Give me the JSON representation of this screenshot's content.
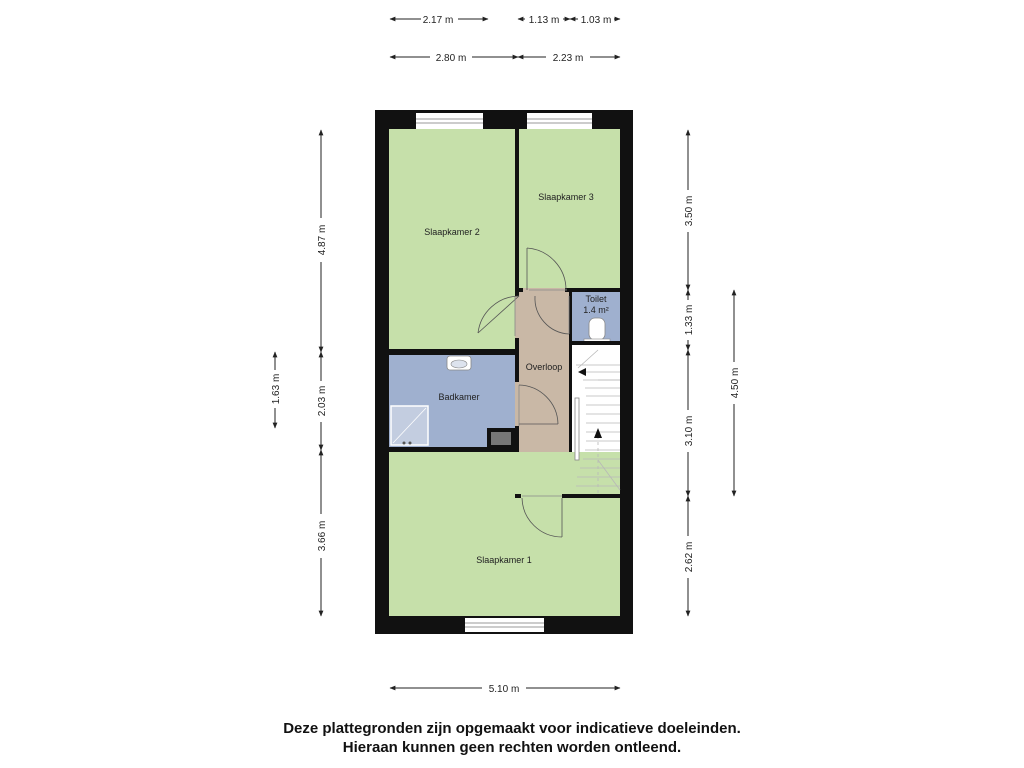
{
  "dimensions": {
    "top_row1": [
      "2.17 m",
      "1.13 m",
      "1.03 m"
    ],
    "top_row2": [
      "2.80 m",
      "2.23 m"
    ],
    "bottom": "5.10 m",
    "left_outer": "1.63 m",
    "left_inner": [
      "4.87 m",
      "2.03 m",
      "3.66 m"
    ],
    "right_inner": [
      "3.50 m",
      "1.33 m",
      "3.10 m",
      "2.62 m"
    ],
    "right_outer": "4.50 m"
  },
  "rooms": {
    "slaapkamer2": "Slaapkamer 2",
    "slaapkamer3": "Slaapkamer 3",
    "toilet_name": "Toilet",
    "toilet_area": "1.4 m²",
    "overloop": "Overloop",
    "badkamer": "Badkamer",
    "slaapkamer1": "Slaapkamer 1"
  },
  "disclaimer": {
    "line1": "Deze plattegronden zijn opgemaakt voor indicatieve doeleinden.",
    "line2": "Hieraan kunnen geen rechten worden ontleend."
  },
  "colors": {
    "bedroom": "#c6e0aa",
    "wet_room": "#9fb0cf",
    "landing": "#c9b8a6",
    "wall": "#111111"
  }
}
